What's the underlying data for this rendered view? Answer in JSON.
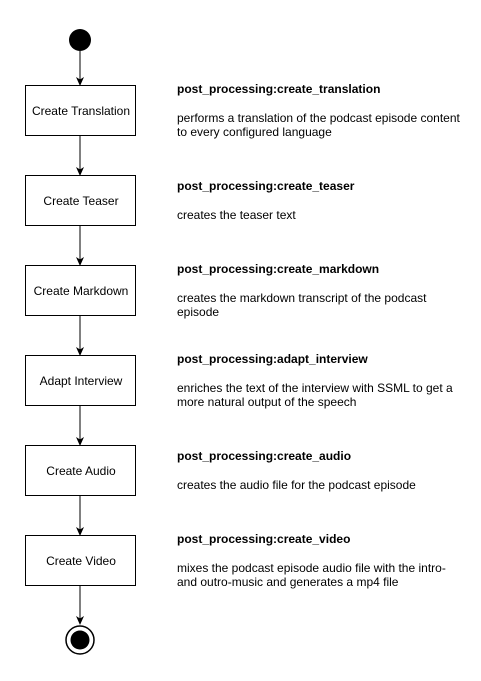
{
  "colors": {
    "stroke": "#000000",
    "fill": "#ffffff",
    "text": "#000000"
  },
  "steps": [
    {
      "label": "Create Translation",
      "title": "post_processing:create_translation",
      "description": "performs a translation of the podcast episode content to every configured language"
    },
    {
      "label": "Create Teaser",
      "title": "post_processing:create_teaser",
      "description": "creates the teaser text"
    },
    {
      "label": "Create Markdown",
      "title": "post_processing:create_markdown",
      "description": "creates the markdown transcript of the podcast episode"
    },
    {
      "label": "Adapt Interview",
      "title": "post_processing:adapt_interview",
      "description": "enriches the text of the interview with SSML to get a more natural output of the speech"
    },
    {
      "label": "Create Audio",
      "title": "post_processing:create_audio",
      "description": "creates the audio file for the podcast episode"
    },
    {
      "label": "Create Video",
      "title": "post_processing:create_video",
      "description": "mixes the podcast episode audio file with the intro- and outro-music and generates a mp4 file"
    }
  ]
}
